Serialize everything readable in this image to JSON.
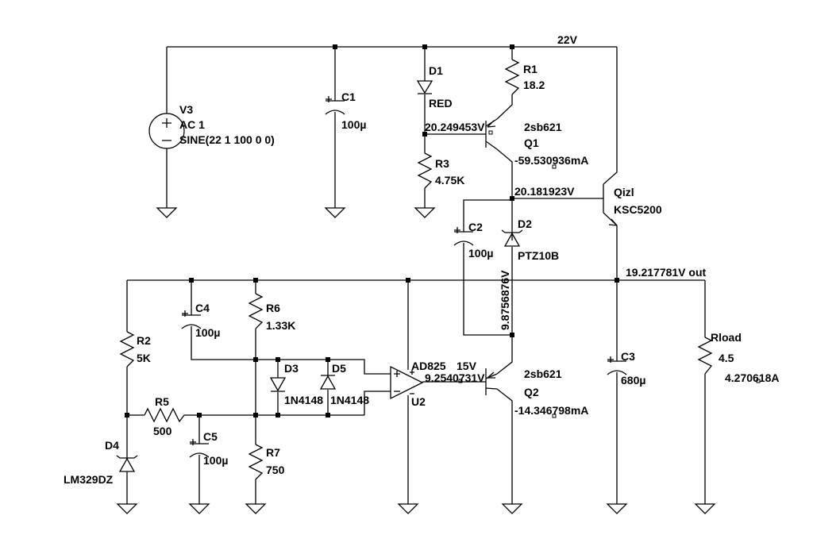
{
  "nodes": {
    "supply": "22V",
    "out": "19.217781V out",
    "q1_base": "20.249453V",
    "q1_emitter": "20.181923V",
    "zener": "9.8756876V",
    "q2_base": "9.2540731V"
  },
  "currents": {
    "q1": "-59.530936mA",
    "q2": "-14.346798mA",
    "rload": "4.270618A"
  },
  "components": {
    "V3": {
      "name": "V3",
      "ac": "AC 1",
      "value": "SINE(22 1 100 0 0)"
    },
    "C1": {
      "name": "C1",
      "value": "100µ"
    },
    "D1": {
      "name": "D1",
      "value": "RED"
    },
    "R1": {
      "name": "R1",
      "value": "18.2"
    },
    "R3": {
      "name": "R3",
      "value": "4.75K"
    },
    "Q1": {
      "name": "Q1",
      "value": "2sb621"
    },
    "Qizl": {
      "name": "Qizl",
      "value": "KSC5200"
    },
    "C2": {
      "name": "C2",
      "value": "100µ"
    },
    "D2": {
      "name": "D2",
      "value": "PTZ10B"
    },
    "C4": {
      "name": "C4",
      "value": "100µ"
    },
    "R6": {
      "name": "R6",
      "value": "1.33K"
    },
    "R2": {
      "name": "R2",
      "value": "5K"
    },
    "D3": {
      "name": "D3",
      "value": "1N4148"
    },
    "D5": {
      "name": "D5",
      "value": "1N4148"
    },
    "U2": {
      "name": "U2",
      "value": "AD825",
      "supply": "15V"
    },
    "Q2": {
      "name": "Q2",
      "value": "2sb621"
    },
    "C3": {
      "name": "C3",
      "value": "680µ"
    },
    "Rload": {
      "name": "Rload",
      "value": "4.5"
    },
    "R5": {
      "name": "R5",
      "value": "500"
    },
    "C5": {
      "name": "C5",
      "value": "100µ"
    },
    "D4": {
      "name": "D4",
      "value": "LM329DZ"
    },
    "R7": {
      "name": "R7",
      "value": "750"
    }
  }
}
